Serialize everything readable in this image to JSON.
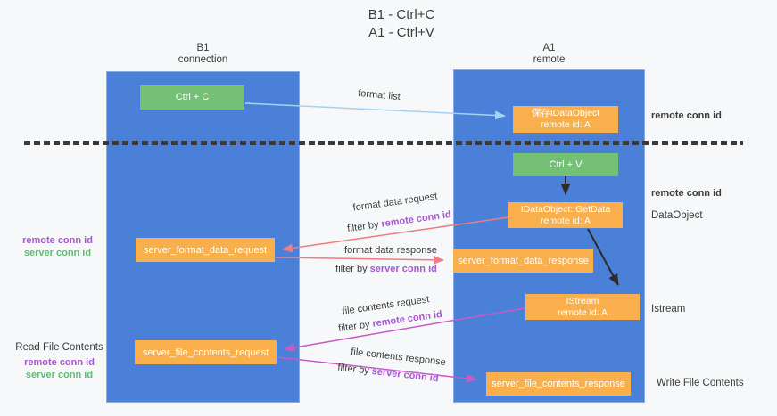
{
  "title": {
    "line1": "B1 - Ctrl+C",
    "line2": "A1 - Ctrl+V"
  },
  "columns": {
    "left": {
      "name": "B1",
      "role": "connection"
    },
    "right": {
      "name": "A1",
      "role": "remote"
    }
  },
  "boxes": {
    "ctrl_c": "Ctrl + C",
    "ctrl_v": "Ctrl + V",
    "save_idataobject": {
      "line1": "保存IDataObject",
      "line2": "remote id: A"
    },
    "getdata": {
      "line1": "IDataObject::GetData",
      "line2": "remote id: A"
    },
    "istream": {
      "line1": "IStream",
      "line2": "remote id: A"
    },
    "format_request": "server_format_data_request",
    "format_response": "server_format_data_response",
    "file_request": "server_file_contents_request",
    "file_response": "server_file_contents_response"
  },
  "arrow_labels": {
    "format_list": "format list",
    "format_data_request": "format data request",
    "format_data_response": "format data response",
    "file_contents_request": "file contents request",
    "file_contents_response": "file contents response",
    "filter_by": "filter by ",
    "remote_conn_id": "remote conn id",
    "server_conn_id": "server conn id"
  },
  "side_labels": {
    "remote_conn_id": "remote conn id",
    "server_conn_id": "server conn id",
    "dataobject": "DataObject",
    "istream": "Istream",
    "read_file_contents": "Read File Contents",
    "write_file_contents": "Write File Contents"
  },
  "colors": {
    "lifeline_blue": "#4a80d7",
    "box_orange": "#f9b04c",
    "box_green": "#74c175",
    "arrow_blue": "#a4d3f2",
    "arrow_red": "#ee7d7f",
    "arrow_magenta": "#c65bc6",
    "arrow_black": "#2b2b2b",
    "text_purple": "#a758d0",
    "text_green": "#5fbd72"
  }
}
